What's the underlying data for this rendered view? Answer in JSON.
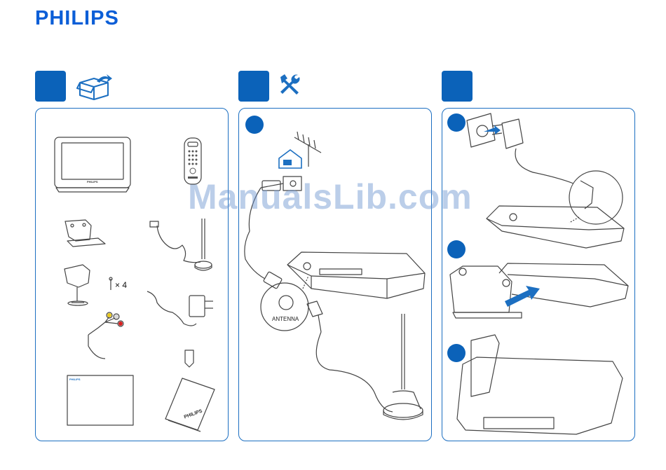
{
  "header": {
    "brand": "PHILIPS"
  },
  "step1": {
    "screw_count": "× 4",
    "tv_brand": "PHILIPS",
    "manual_brand": "PHILIPS",
    "card_brand": "PHILIPS"
  },
  "step2": {
    "antenna_label": "ANTENNA"
  },
  "watermark": {
    "text": "ManualsLib.com"
  },
  "colors": {
    "brand_blue": "#0b5ed7",
    "badge_blue": "#0b62b9",
    "panel_border": "#1c6fc1"
  },
  "icons": {
    "step1": "box-open-icon",
    "step2": "tools-icon"
  }
}
